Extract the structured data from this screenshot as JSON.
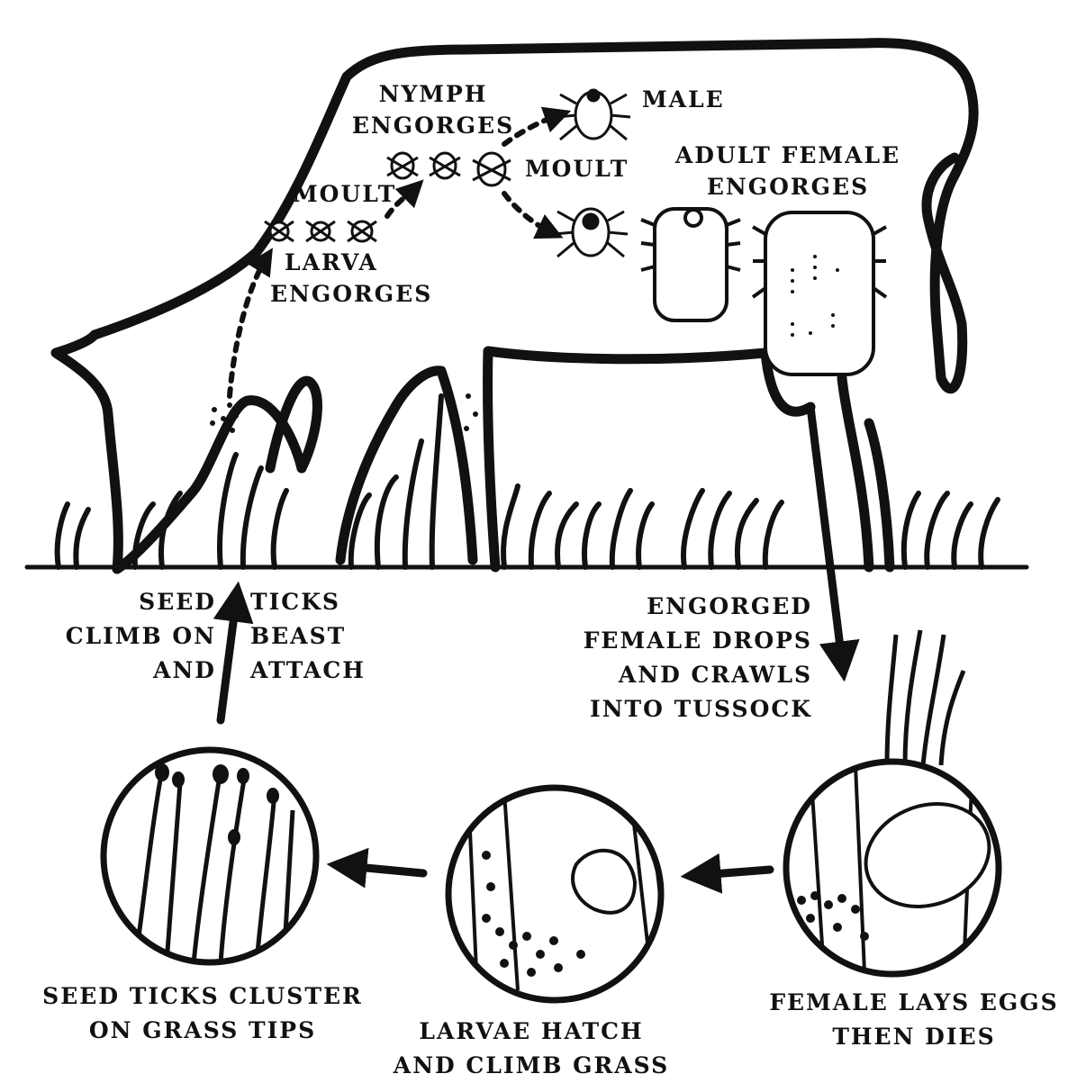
{
  "labels": {
    "nymph_engorges": [
      "NYMPH",
      "ENGORGES"
    ],
    "male": "MALE",
    "moult_2": "MOULT",
    "moult_1": "MOULT",
    "adult_female_engorges": [
      "ADULT FEMALE",
      "ENGORGES"
    ],
    "larva_engorges": [
      "LARVA",
      "ENGORGES"
    ],
    "seed_left": [
      "SEED",
      "CLIMB ON",
      "AND"
    ],
    "seed_right": [
      "TICKS",
      "BEAST",
      "ATTACH"
    ],
    "engorged_female_drops": [
      "ENGORGED",
      "FEMALE DROPS",
      "AND CRAWLS",
      "INTO TUSSOCK"
    ],
    "seed_ticks_cluster": [
      "SEED TICKS CLUSTER",
      "ON GRASS TIPS"
    ],
    "larvae_hatch": [
      "LARVAE HATCH",
      "AND CLIMB GRASS"
    ],
    "female_lays_eggs": [
      "FEMALE LAYS EGGS",
      "THEN DIES"
    ]
  }
}
